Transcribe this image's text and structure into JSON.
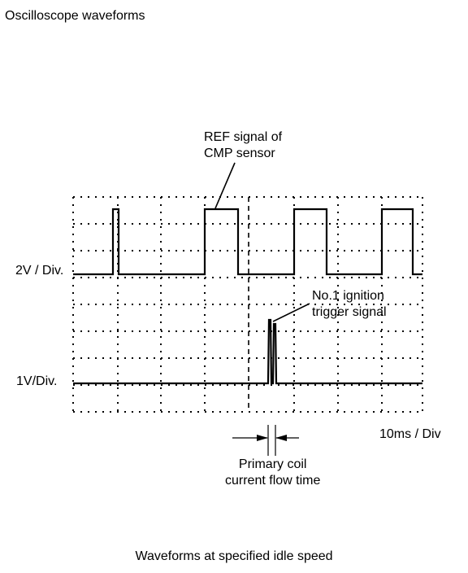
{
  "title": "Oscilloscope waveforms",
  "caption": "Waveforms at specified idle speed",
  "annotations": {
    "ref_signal": [
      "REF signal of",
      "CMP sensor"
    ],
    "ignition_trigger": [
      "No.1 ignition",
      "trigger signal"
    ],
    "primary_coil": [
      "Primary coil",
      "current flow time"
    ]
  },
  "scales": {
    "channel1": "2V / Div.",
    "channel2": "1V/Div.",
    "time": "10ms / Div"
  },
  "colors": {
    "trace": "#000000",
    "grid": "#000000",
    "background": "#ffffff"
  }
}
